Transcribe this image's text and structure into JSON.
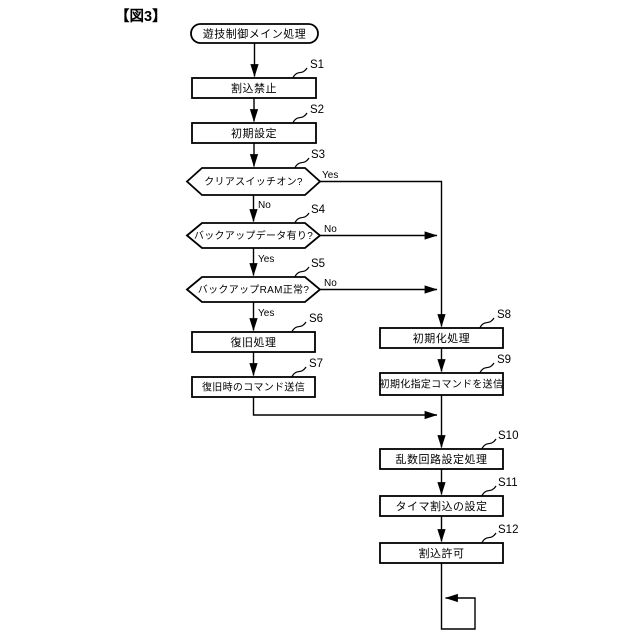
{
  "figure_label": "【図3】",
  "flowchart": {
    "start": {
      "label": "遊技制御メイン処理"
    },
    "labels": {
      "yes": "Yes",
      "no": "No"
    },
    "steps": [
      {
        "id": "S1",
        "label": "割込禁止",
        "type": "process"
      },
      {
        "id": "S2",
        "label": "初期設定",
        "type": "process"
      },
      {
        "id": "S3",
        "label": "クリアスイッチオン?",
        "type": "decision"
      },
      {
        "id": "S4",
        "label": "バックアップデータ有り?",
        "type": "decision"
      },
      {
        "id": "S5",
        "label": "バックアップRAM正常?",
        "type": "decision"
      },
      {
        "id": "S6",
        "label": "復旧処理",
        "type": "process"
      },
      {
        "id": "S7",
        "label": "復旧時のコマンド送信",
        "type": "process"
      },
      {
        "id": "S8",
        "label": "初期化処理",
        "type": "process"
      },
      {
        "id": "S9",
        "label": "初期化指定コマンドを送信",
        "type": "process"
      },
      {
        "id": "S10",
        "label": "乱数回路設定処理",
        "type": "process"
      },
      {
        "id": "S11",
        "label": "タイマ割込の設定",
        "type": "process"
      },
      {
        "id": "S12",
        "label": "割込許可",
        "type": "process"
      }
    ]
  }
}
